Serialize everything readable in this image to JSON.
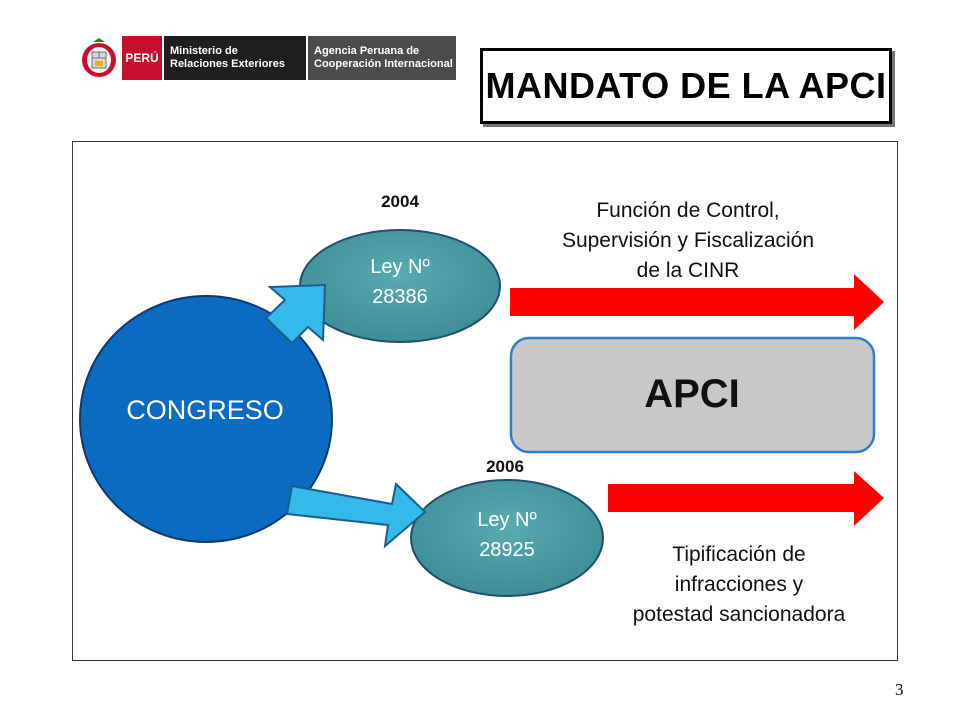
{
  "header": {
    "peru": "PERÚ",
    "ministry_line1": "Ministerio de",
    "ministry_line2": "Relaciones Exteriores",
    "agency_line1": "Agencia Peruana de",
    "agency_line2": "Cooperación Internacional"
  },
  "title": "MANDATO DE LA APCI",
  "diagram": {
    "congreso": "CONGRESO",
    "law1": {
      "year": "2004",
      "line1": "Ley Nº",
      "line2": "28386"
    },
    "law2": {
      "year": "2006",
      "line1": "Ley Nº",
      "line2": "28925"
    },
    "apci": "APCI",
    "function_top": [
      "Función de Control,",
      "Supervisión y Fiscalización",
      "de la CINR"
    ],
    "function_bottom": [
      "Tipificación de",
      "infracciones y",
      "potestad sancionadora"
    ]
  },
  "colors": {
    "congreso_circle": "#0b6bc1",
    "law_ellipse": "#4a9aa2",
    "blue_arrow": "#35b8ea",
    "red_arrow": "#ff0000",
    "apci_box": "#c8c8c8",
    "apci_border": "#2f7fc7"
  },
  "page_number": "3"
}
